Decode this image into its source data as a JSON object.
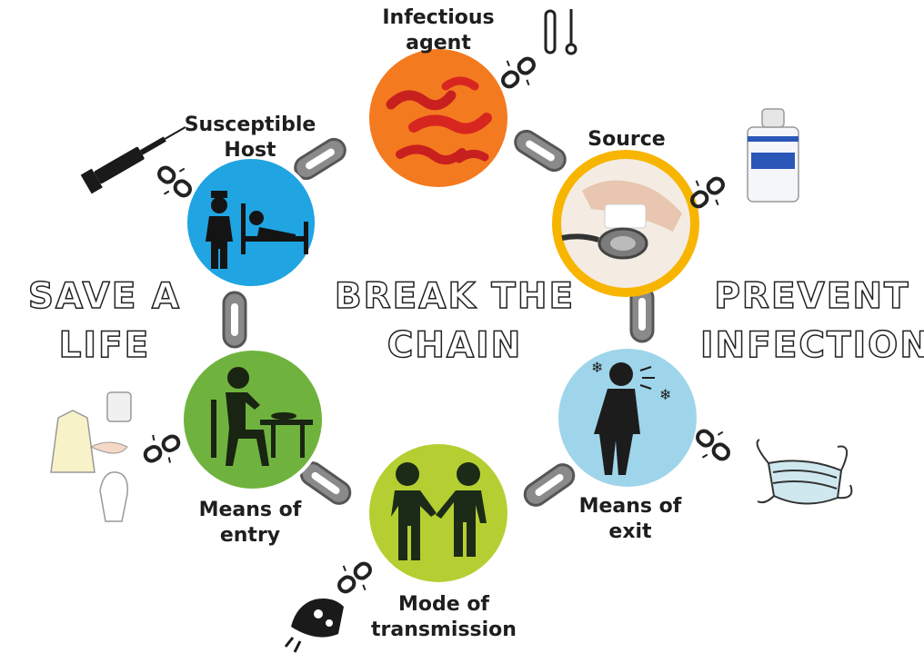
{
  "center": {
    "title": "BREAK THE\nCHAIN"
  },
  "left_slogan": "SAVE A\nLIFE",
  "right_slogan": "PREVENT\nINFECTION",
  "nodes": [
    {
      "id": "infectious-agent",
      "label": "Infectious\nagent",
      "color": "#f47a20",
      "icon": "bacteria-icon",
      "tool": "test-tube-icon"
    },
    {
      "id": "source",
      "label": "Source",
      "color": "#f7b500",
      "icon": "stethoscope-cleaning-icon",
      "tool": "sanitizer-bottle-icon"
    },
    {
      "id": "means-of-exit",
      "label": "Means of\nexit",
      "color": "#9fd5ea",
      "icon": "coughing-person-icon",
      "tool": "face-mask-icon"
    },
    {
      "id": "mode-of-transmission",
      "label": "Mode of\ntransmission",
      "color": "#b5cf32",
      "icon": "handshake-icon",
      "tool": "hand-washing-icon"
    },
    {
      "id": "means-of-entry",
      "label": "Means of\nentry",
      "color": "#6fb33e",
      "icon": "eating-person-icon",
      "tool": "gown-gloves-icon"
    },
    {
      "id": "susceptible-host",
      "label": "Susceptible\nHost",
      "color": "#20a4e2",
      "icon": "patient-bed-icon",
      "tool": "syringe-icon"
    }
  ],
  "colors": {
    "chain": "#7f7f7f",
    "chain_dark": "#555555",
    "text": "#1e1e1e"
  }
}
